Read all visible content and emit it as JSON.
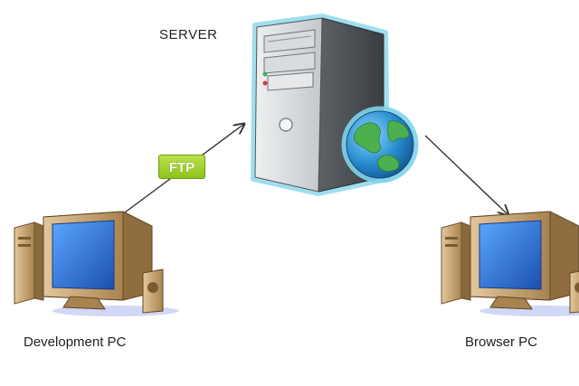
{
  "nodes": {
    "server": {
      "label": "SERVER"
    },
    "development_pc": {
      "label": "Development PC"
    },
    "browser_pc": {
      "label": "Browser PC"
    }
  },
  "edges": {
    "dev_to_server": {
      "label": "FTP"
    },
    "server_to_browser": {
      "label": ""
    }
  },
  "colors": {
    "ftp_badge": "#9acd32",
    "monitor_screen": "#2f6fd8",
    "pc_body": "#c9a678",
    "server_body": "#cfd3d6",
    "server_glow": "#7fd3ea",
    "globe_ocean": "#2a8fd1",
    "globe_land": "#4caf50",
    "arrow": "#333333"
  },
  "icons": {
    "server": "server-tower-icon",
    "globe": "globe-icon",
    "development_pc": "desktop-computer-icon",
    "browser_pc": "desktop-computer-icon"
  }
}
